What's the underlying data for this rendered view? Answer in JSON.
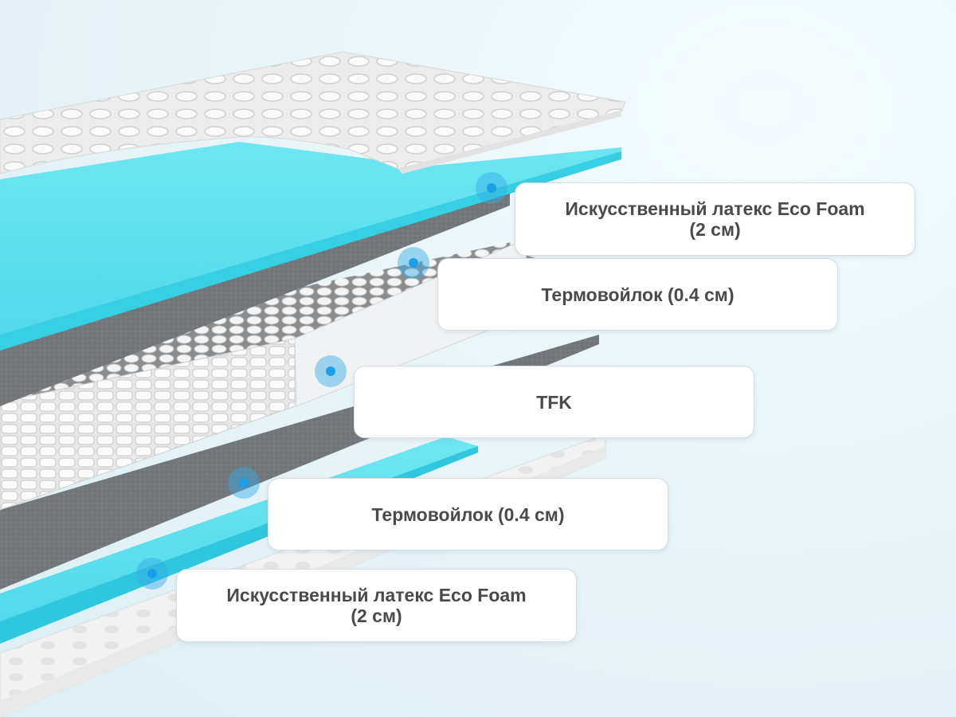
{
  "layers": [
    {
      "line1": "Искусственный латекс Eco Foam",
      "line2": "(2 см)"
    },
    {
      "line1": "Термовойлок (0.4 см)",
      "line2": ""
    },
    {
      "line1": "TFK",
      "line2": ""
    },
    {
      "line1": "Термовойлок (0.4 см)",
      "line2": ""
    },
    {
      "line1": "Искусственный латекс Eco Foam",
      "line2": "(2 см)"
    }
  ],
  "colors": {
    "latex": "#5fe0ee",
    "felt": "#727578",
    "cover": "#eeeeee",
    "marker": "#1aa0e8"
  }
}
